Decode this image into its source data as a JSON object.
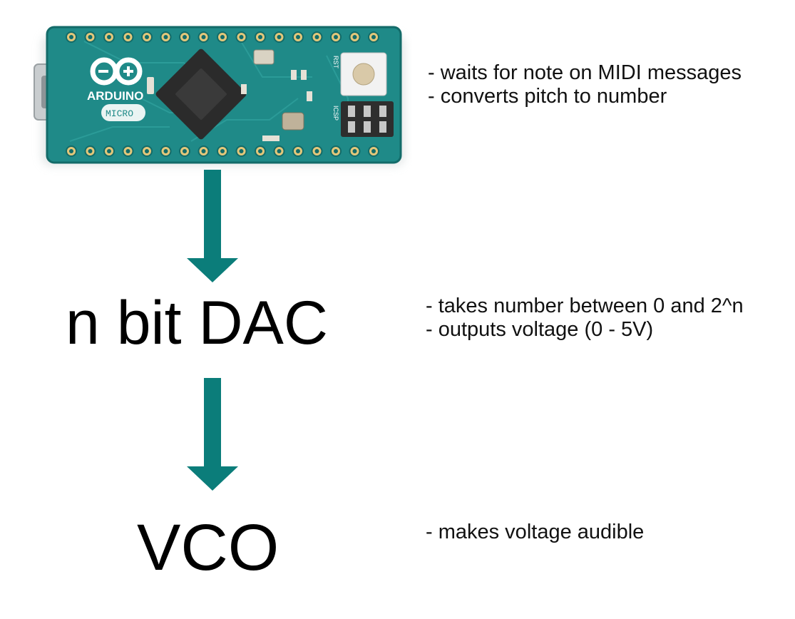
{
  "board": {
    "brand": "ARDUINO",
    "model": "MICRO",
    "icsp_label": "ICSP",
    "rst_label": "RST",
    "colors": {
      "pcb": "#1f8a88",
      "pcb_dark": "#136b69",
      "pad": "#e3c77a",
      "chip": "#2b2b2b"
    }
  },
  "arrows": {
    "color": "#0b7d7a"
  },
  "stages": [
    {
      "label": "",
      "notes": [
        "- waits for note on MIDI messages",
        "- converts pitch to number"
      ]
    },
    {
      "label": "n bit DAC",
      "notes": [
        "- takes number between 0 and 2^n",
        "- outputs voltage (0 - 5V)"
      ]
    },
    {
      "label": "VCO",
      "notes": [
        "- makes voltage audible"
      ]
    }
  ]
}
